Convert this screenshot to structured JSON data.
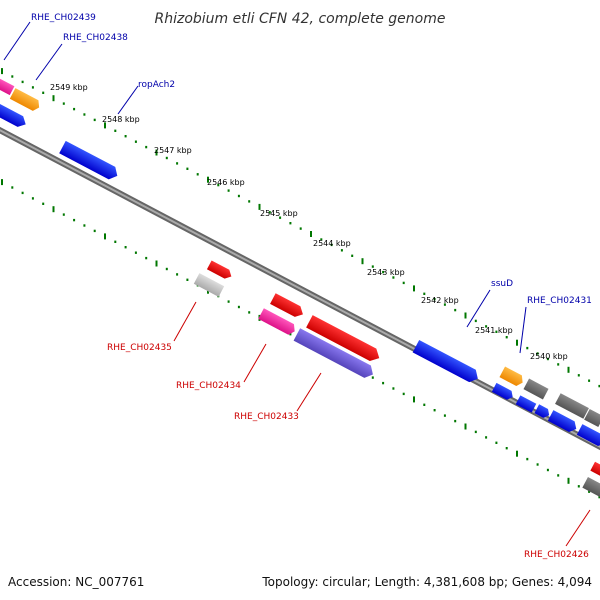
{
  "title": "Rhizobium etli CFN 42, complete genome",
  "accession": "Accession: NC_007761",
  "topology": "Topology: circular; Length: 4,381,608 bp; Genes: 4,094",
  "kbp_labels": [
    "2549 kbp",
    "2548 kbp",
    "2547 kbp",
    "2546 kbp",
    "2545 kbp",
    "2544 kbp",
    "2543 kbp",
    "2542 kbp",
    "2541 kbp",
    "2540 kbp"
  ],
  "gene_labels": {
    "rhe_ch02439": "RHE_CH02439",
    "rhe_ch02438": "RHE_CH02438",
    "ropach2": "ropAch2",
    "ssud": "ssuD",
    "rhe_ch02431": "RHE_CH02431",
    "rhe_ch02435": "RHE_CH02435",
    "rhe_ch02434": "RHE_CH02434",
    "rhe_ch02433": "RHE_CH02433",
    "rhe_ch02426": "RHE_CH02426"
  },
  "colors": {
    "label_blue": "#0000aa",
    "label_red": "#cc0000",
    "tick_green": "#007700",
    "backbone": "#888888",
    "gene_blue": "#0000ee",
    "gene_red": "#ee0000",
    "gene_pink": "#ee1199",
    "gene_orange": "#ff9900",
    "gene_gray": "#666666",
    "gene_lightgray": "#bbbbbb",
    "gene_purple": "#6655cc"
  }
}
